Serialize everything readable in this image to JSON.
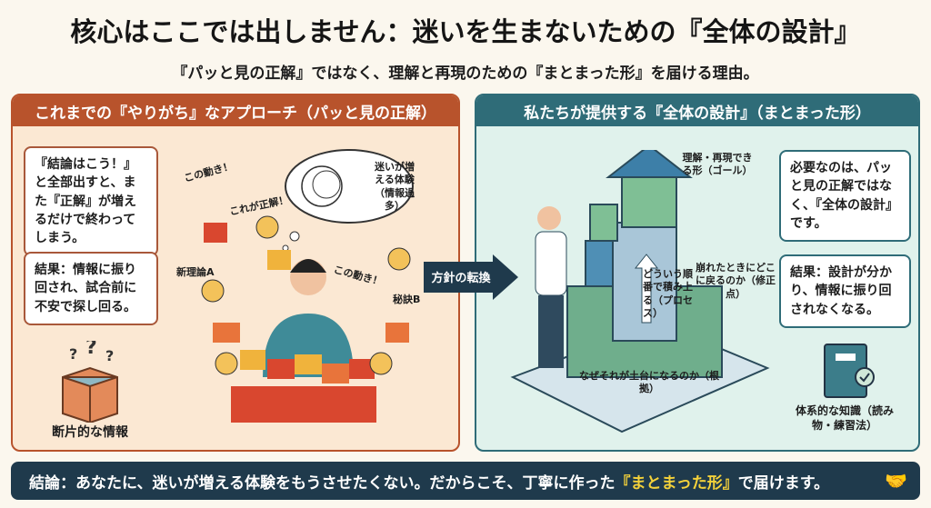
{
  "title": "核心はここでは出しません：迷いを生まないための『全体の設計』",
  "subtitle": "『パッと見の正解』ではなく、理解と再現のための『まとまった形』を届ける理由。",
  "left": {
    "header": "これまでの『やりがち』なアプローチ（パッと見の正解）",
    "box1": "『結論はこう！』と全部出すと、また『正解』が増えるだけで終わってしまう。",
    "box2": "結果：情報に振り回され、試合前に不安で探し回る。",
    "box_label": "断片的な情報",
    "labels": {
      "kono1": "この動き！",
      "kore": "これが正解！",
      "shin": "新理論A",
      "kono2": "この動き！",
      "hiketsu": "秘訣B",
      "cloud": "迷いが増える体験（情報過多）"
    }
  },
  "transition": "方針の転換",
  "right": {
    "header": "私たちが提供する『全体の設計』（まとまった形）",
    "goal": "理解・再現できる形（ゴール）",
    "process": "どういう順番で積み上る（プロセス）",
    "fix": "崩れたときにどこに戻るのか（修正点）",
    "base": "なぜそれが土台になるのか（根拠）",
    "box1": "必要なのは、パッと見の正解ではなく、『全体の設計』です。",
    "box2": "結果：設計が分かり、情報に振り回されなくなる。",
    "book_label": "体系的な知識（読み物・練習法）"
  },
  "bottom": {
    "pre": "結論：あなたに、迷いが増える体験をもうさせたくない。だからこそ、丁寧に作った",
    "highlight": "『まとまった形』",
    "post": "で届けます。"
  },
  "colors": {
    "left_accent": "#b8532c",
    "right_accent": "#2f6c78",
    "bottom_bg": "#1f3a4c",
    "highlight": "#f5d23a"
  }
}
